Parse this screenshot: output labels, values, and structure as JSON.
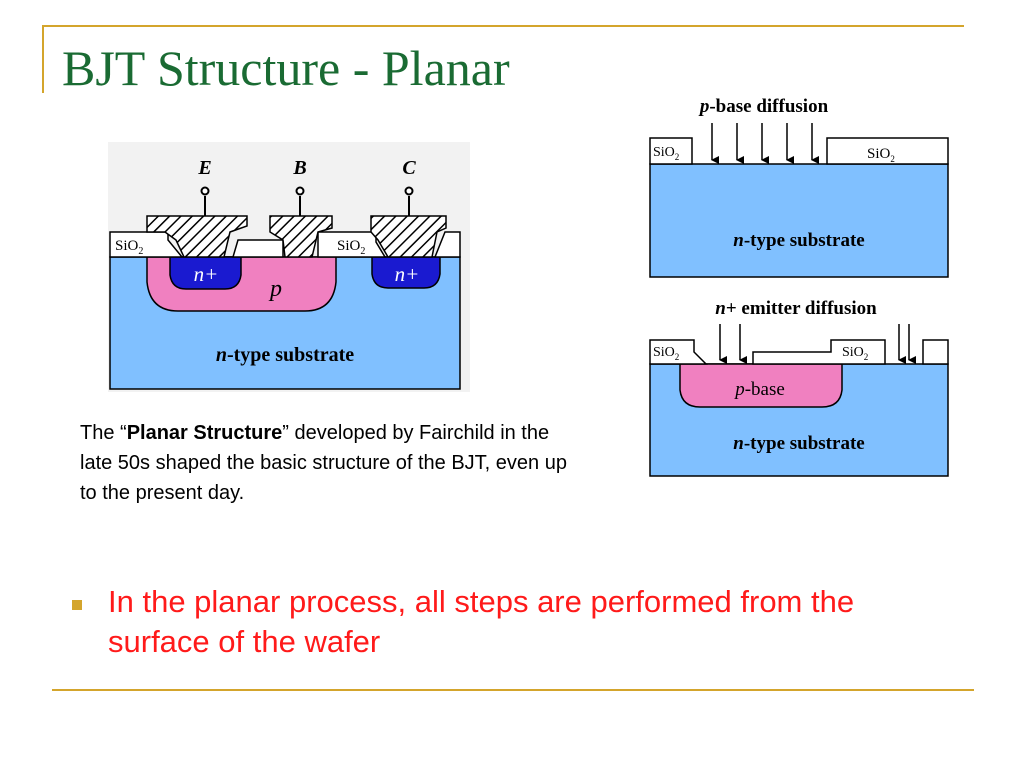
{
  "slide": {
    "title": "BJT Structure - Planar",
    "caption": {
      "prefix": "The “",
      "emphasis": "Planar Structure",
      "suffix": "” developed by Fairchild in the late 50s shaped the basic structure of the BJT, even up to the present day."
    },
    "bullet": "In the planar process, all steps are performed from the surface of the wafer"
  },
  "cross_section": {
    "terminals": {
      "emitter": "E",
      "base": "B",
      "collector": "C"
    },
    "oxide_left": "SiO",
    "oxide_right": "SiO",
    "oxide_subscript": "2",
    "emitter_region": "n+",
    "collector_contact_region": "n+",
    "base_region": "p",
    "substrate_prefix": "n",
    "substrate_suffix": "-type substrate"
  },
  "step_base_diffusion": {
    "title_prefix": "p",
    "title_suffix": "-base diffusion",
    "oxide_left": "SiO",
    "oxide_right": "SiO",
    "oxide_subscript": "2",
    "substrate_prefix": "n",
    "substrate_suffix": "-type substrate"
  },
  "step_emitter_diffusion": {
    "title_prefix": "n",
    "title_suffix": "+ emitter diffusion",
    "oxide_left": "SiO",
    "oxide_right": "SiO",
    "oxide_subscript": "2",
    "base_prefix": "p",
    "base_suffix": "-base",
    "substrate_prefix": "n",
    "substrate_suffix": "-type substrate"
  },
  "colors": {
    "title": "#1a6b33",
    "accent_line": "#d4a52c",
    "bullet_text": "#ff1a1a",
    "substrate": "#80c0ff",
    "p_region": "#f080c0",
    "n_plus_region": "#1a1ad0",
    "oxide": "#ffffff"
  }
}
